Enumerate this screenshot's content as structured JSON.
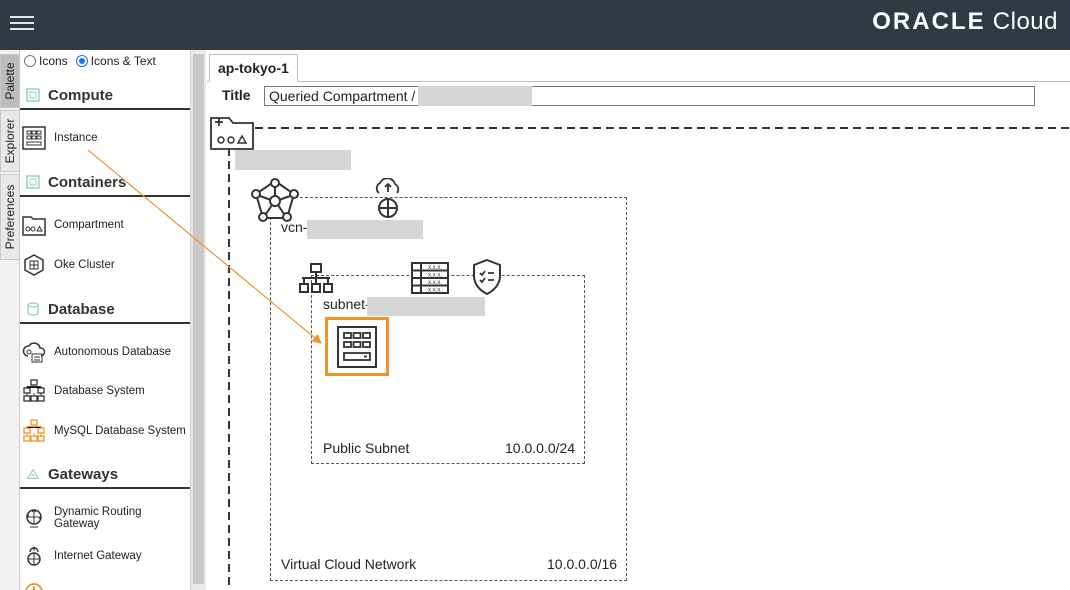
{
  "header": {
    "brand_bold": "ORACLE",
    "brand_light": "Cloud"
  },
  "side_tabs": [
    "Palette",
    "Explorer",
    "Preferences"
  ],
  "palette": {
    "view_options": [
      "Icons",
      "Icons & Text"
    ],
    "selected_view": "Icons & Text",
    "sections": {
      "compute": {
        "title": "Compute",
        "items": [
          "Instance"
        ]
      },
      "containers": {
        "title": "Containers",
        "items": [
          "Compartment",
          "Oke Cluster"
        ]
      },
      "database": {
        "title": "Database",
        "items": [
          "Autonomous Database",
          "Database System",
          "MySQL Database System"
        ]
      },
      "gateways": {
        "title": "Gateways",
        "items": [
          "Dynamic Routing Gateway",
          "Internet Gateway"
        ]
      }
    }
  },
  "canvas": {
    "tab": "ap-tokyo-1",
    "title_label": "Title",
    "title_value": "Queried Compartment /",
    "vcn": {
      "name_prefix": "vcn-",
      "footer_left": "Virtual Cloud Network",
      "footer_right": "10.0.0.0/16"
    },
    "subnet": {
      "name_prefix": "subnet-",
      "footer_left": "Public Subnet",
      "footer_right": "10.0.0.0/24"
    }
  },
  "colors": {
    "topbar": "#2f3a44",
    "accent_orange": "#f0942a",
    "radio_selected": "#1a73e8"
  }
}
